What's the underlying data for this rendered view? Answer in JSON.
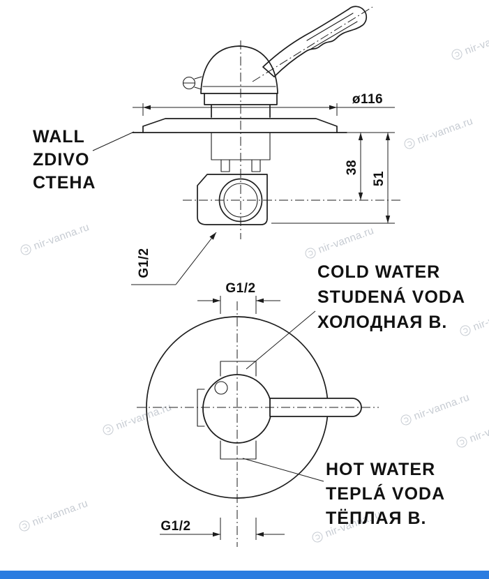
{
  "colors": {
    "line": "#1d1d1d",
    "accent_bar": "#2b7ce0",
    "watermark": "#c6cbd2"
  },
  "watermark": {
    "text": "nir-vanna.ru"
  },
  "side_view": {
    "wall_label": [
      "WALL",
      "ZDIVO",
      "СТЕНА"
    ],
    "diameter": "ø116",
    "dim_depth_center": "38",
    "dim_depth_total": "51",
    "thread": "G1/2"
  },
  "front_view": {
    "thread_top": "G1/2",
    "thread_bottom": "G1/2",
    "cold_label": [
      "COLD WATER",
      "STUDENÁ VODA",
      "ХОЛОДНАЯ В."
    ],
    "hot_label": [
      "HOT WATER",
      "TEPLÁ VODA",
      "ТЁПЛАЯ В."
    ]
  }
}
